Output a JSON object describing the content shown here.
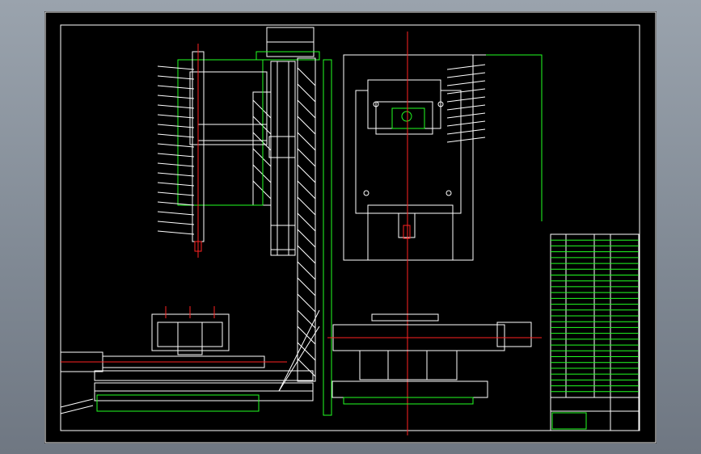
{
  "colors": {
    "background": "#8a939d",
    "paper": "#000000",
    "outline": "#ffffff",
    "dimension": "#22ff22",
    "centerline": "#ff2222"
  },
  "drawing": {
    "views": [
      "front-elevation",
      "side-elevation"
    ],
    "parts_list_rows": 28,
    "balloon_labels_left": 22,
    "balloon_labels_right": 12
  },
  "title_block": {
    "title_text": "",
    "sheet_text": ""
  }
}
